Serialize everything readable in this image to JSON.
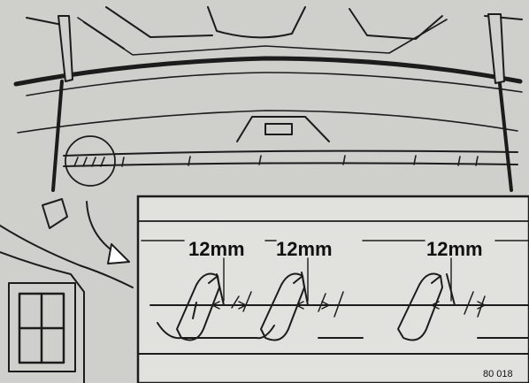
{
  "figure": {
    "callouts": [
      {
        "label": "12mm"
      },
      {
        "label": "12mm"
      },
      {
        "label": "12mm"
      }
    ],
    "reference": "80 018"
  }
}
